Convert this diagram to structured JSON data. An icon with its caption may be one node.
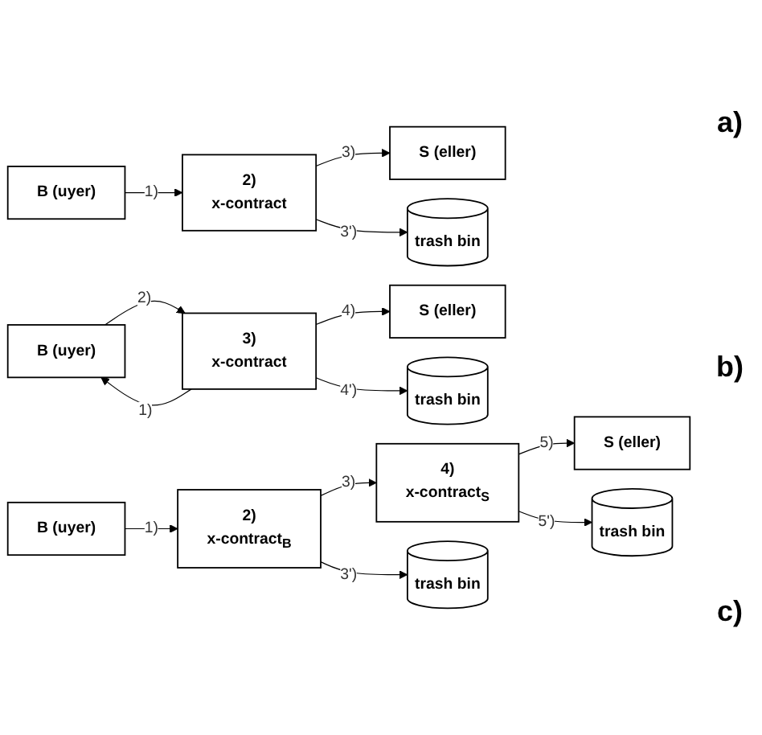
{
  "diagram": {
    "nodes": [
      {
        "text": [
          "B  (uyer)"
        ]
      },
      {
        "text": [
          "2)",
          "x-contract"
        ]
      },
      {
        "text": [
          "S  (eller)"
        ]
      },
      {
        "text": [
          "trash bin"
        ]
      },
      {
        "text": [
          "B  (uyer)"
        ]
      },
      {
        "text": [
          "3)",
          "x-contract"
        ]
      },
      {
        "text": [
          "S  (eller)"
        ]
      },
      {
        "text": [
          "trash bin"
        ]
      },
      {
        "text": [
          "B  (uyer)"
        ]
      },
      {
        "text": [
          "2)",
          "x-contract$_{B}$"
        ]
      },
      {
        "text": [
          "4)",
          "x-contract$_{S}$"
        ]
      },
      {
        "text": [
          "S  (eller)"
        ]
      },
      {
        "text": [
          "trash bin"
        ]
      },
      {
        "text": [
          "trash bin"
        ]
      }
    ],
    "edges": [
      {
        "from": 0,
        "to": 1,
        "arrow": "to",
        "label": "1)"
      },
      {
        "from": 1,
        "to": 2,
        "arrow": "to",
        "label": "3)"
      },
      {
        "from": 1,
        "to": 3,
        "arrow": "to",
        "label": "3')"
      },
      {
        "from": 5,
        "to": 4,
        "arrow": "to",
        "label": "1)"
      },
      {
        "from": 4,
        "to": 5,
        "arrow": "to",
        "label": "2)"
      },
      {
        "from": 5,
        "to": 6,
        "arrow": "to",
        "label": "4)"
      },
      {
        "from": 5,
        "to": 7,
        "arrow": "to",
        "label": "4')"
      },
      {
        "from": 8,
        "to": 9,
        "arrow": "to",
        "label": "1)"
      },
      {
        "from": 9,
        "to": 10,
        "arrow": "to",
        "label": "3)"
      },
      {
        "from": 10,
        "to": 11,
        "arrow": "to",
        "label": "5)"
      },
      {
        "from": 9,
        "to": 12,
        "arrow": "to",
        "label": "3')"
      },
      {
        "from": 10,
        "to": 13,
        "arrow": "to",
        "label": "5')"
      }
    ],
    "labels": [
      "a)",
      "b)",
      "c)"
    ]
  }
}
